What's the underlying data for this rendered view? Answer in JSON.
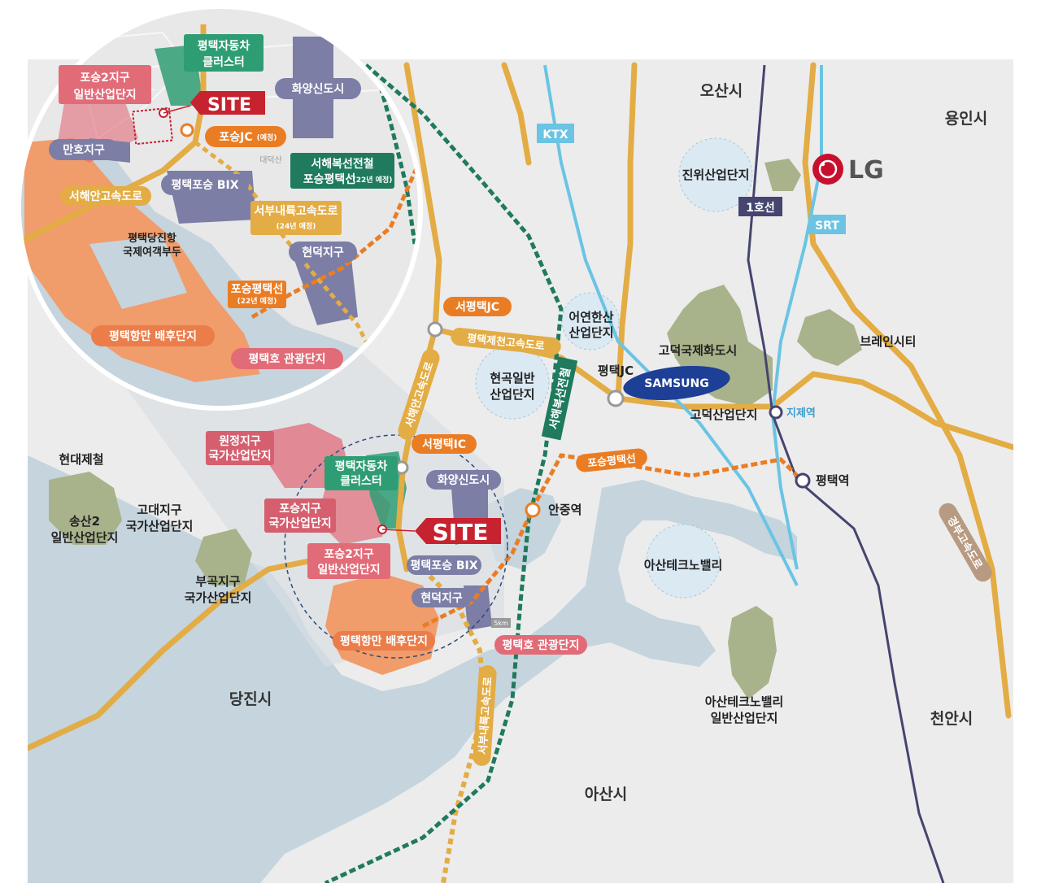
{
  "cities": {
    "osan": "오산시",
    "yongin": "용인시",
    "dangjin": "당진시",
    "asan": "아산시",
    "cheonan": "천안시"
  },
  "rail_badges": {
    "ktx": "KTX",
    "srt": "SRT",
    "line1": "1호선",
    "seohae_line": "서해복선전철"
  },
  "brands": {
    "lg": "LG",
    "samsung": "SAMSUNG"
  },
  "main_labels": {
    "jinwi": "진위산업단지",
    "eoyeon_1": "어연한산",
    "eoyeon_2": "산업단지",
    "hyeongok_1": "현곡일반",
    "hyeongok_2": "산업단지",
    "godeok_city": "고덕국제화도시",
    "godeok_ind": "고덕산업단지",
    "brain_city": "브레인시티",
    "asan_valley": "아산테크노밸리",
    "asan_valley_ind_1": "아산테크노밸리",
    "asan_valley_ind_2": "일반산업단지",
    "hyundai_steel": "현대제철",
    "songsan_1": "송산2",
    "songsan_2": "일반산업단지",
    "godae_1": "고대지구",
    "godae_2": "국가산업단지",
    "bugok_1": "부곡지구",
    "bugok_2": "국가산업단지",
    "wonjeong_1": "원정지구",
    "wonjeong_2": "국가산업단지",
    "poseung_1": "포승지구",
    "poseung_2": "국가산업단지",
    "poseung2_1": "포승2지구",
    "poseung2_2": "일반산업단지",
    "auto_1": "평택자동차",
    "auto_2": "클러스터",
    "hwayang": "화양신도시",
    "bix": "평택포승 BIX",
    "hyeondeok": "현덕지구",
    "port_back": "평택항만 배후단지",
    "lake_tour": "평택호 관광단지",
    "site": "SITE",
    "seopyeongtaek_ic": "서평택IC",
    "seopyeongtaek_jc": "서평택JC",
    "pyeongtaek_jc": "평택JC",
    "pyeongtaek_jecheon_hwy": "평택제천고속도로",
    "seohaean_hwy": "서해안고속도로",
    "poseung_pyeongtaek_line": "포승평택선",
    "seobu_hwy": "서부내륙고속도로",
    "gyeongbu_hwy": "경부고속도로",
    "anjung_st": "안중역",
    "jije_st": "지제역",
    "pyeongtaek_st": "평택역",
    "scale": "5km"
  },
  "inset_labels": {
    "poseung2_1": "포승2지구",
    "poseung2_2": "일반산업단지",
    "auto_1": "평택자동차",
    "auto_2": "클러스터",
    "hwayang": "화양신도시",
    "site": "SITE",
    "manho": "만호지구",
    "poseung_jc": "포승JC",
    "poseung_jc_note": "(예정)",
    "daedeoksan": "대덕산",
    "seohae_line_1": "서해복선전철",
    "seohae_line_2": "포승평택선",
    "seohae_line_note": "(22년 예정)",
    "seohaean_hwy": "서해안고속도로",
    "bix": "평택포승 BIX",
    "seobu_hwy": "서부내륙고속도로",
    "seobu_hwy_note": "(24년 예정)",
    "dangjin_port_1": "평택당진항",
    "dangjin_port_2": "국제여객부두",
    "hyeondeok": "현덕지구",
    "poseung_line": "포승평택선",
    "poseung_line_note": "(22년 예정)",
    "port_back": "평택항만 배후단지",
    "lake_tour": "평택호 관광단지"
  },
  "colors": {
    "land": "#ececec",
    "water": "#c5d4dd",
    "highway": "#e3ac44",
    "ktx_srt": "#6bc4e3",
    "line1": "#454570",
    "seohae_rail": "#1f7a5e",
    "poseung_rail": "#ea7d24",
    "industrial": "#a9b38b",
    "port_orange": "#f19c6b",
    "pink": "#e26b78",
    "site_red": "#c7222f",
    "district_purple": "#7c7ea6",
    "auto_green": "#2f9d73"
  }
}
